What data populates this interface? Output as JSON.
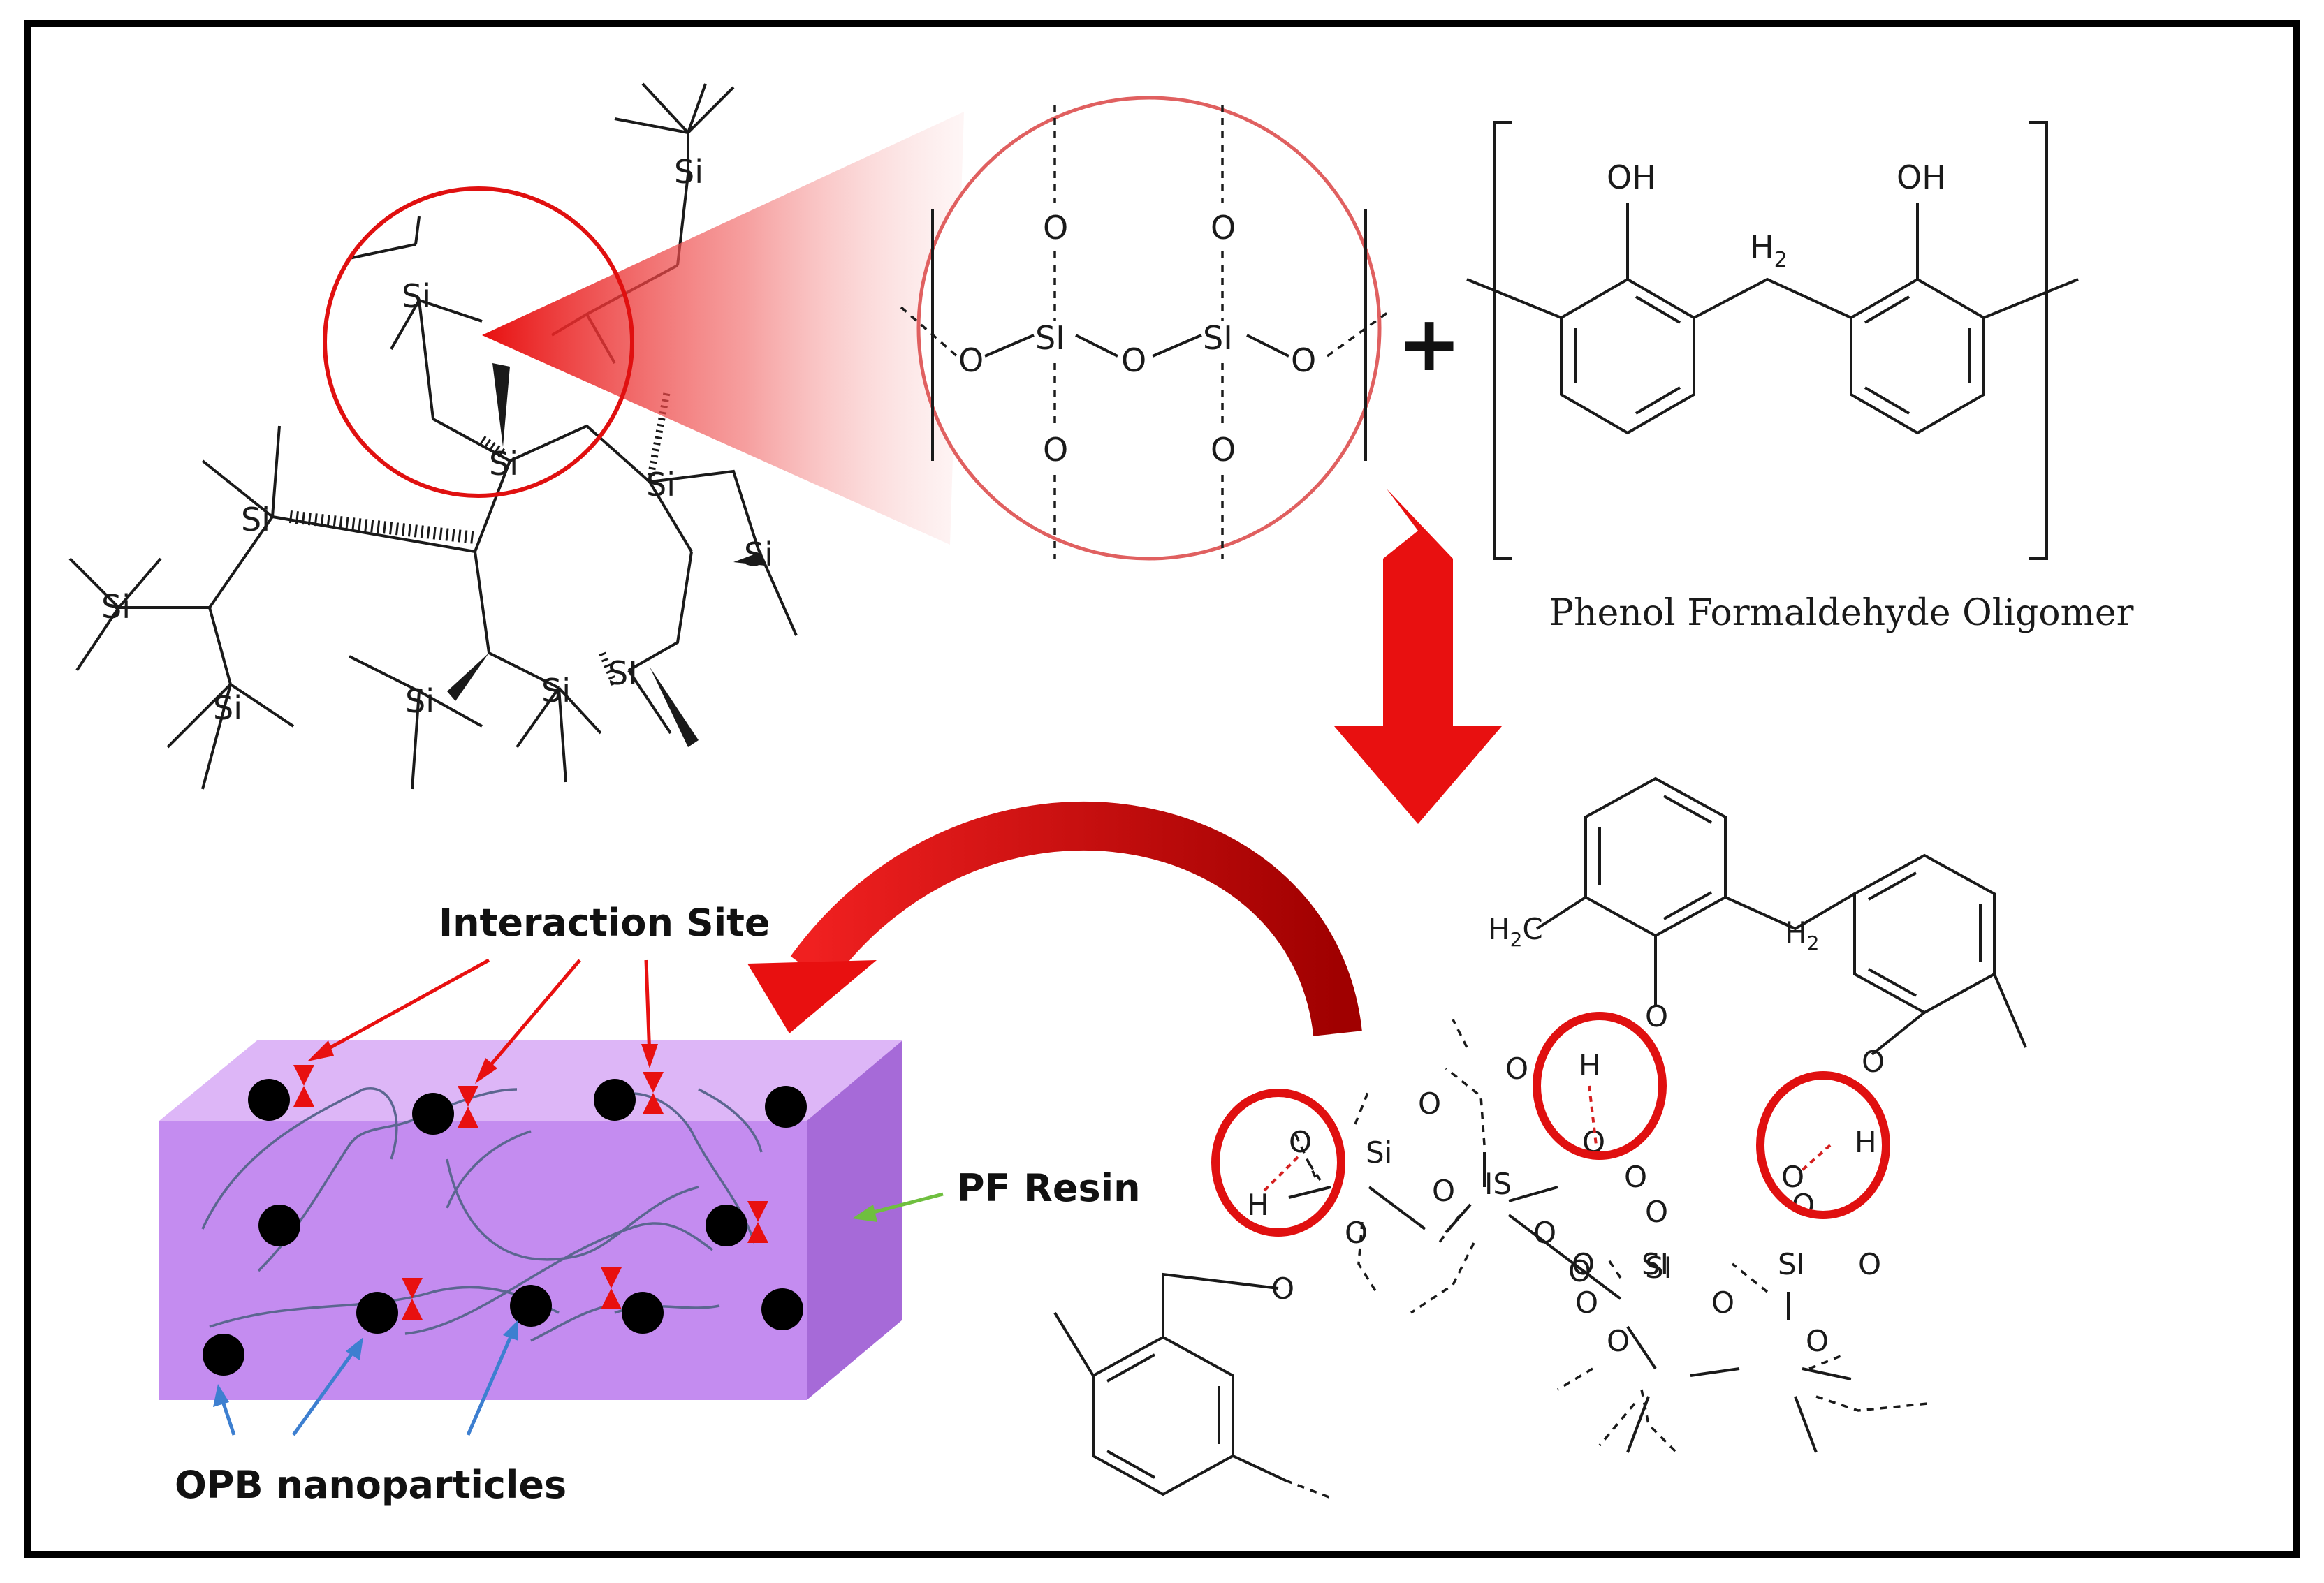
{
  "labels": {
    "phenol_formaldehyde_oligomer": "Phenol Formaldehyde Oligomer",
    "interaction_site": "Interaction Site",
    "pf_resin": "PF Resin",
    "opb_nanoparticles": "OPB nanoparticles",
    "plus": "+"
  },
  "atoms": {
    "si": "Si",
    "si_alt": "SI",
    "si_rev": "IS",
    "o": "O",
    "h": "H",
    "oh": "OH",
    "h2": "H",
    "h2_sub": "2",
    "h2c": "H",
    "c": "C"
  },
  "colors": {
    "frame": "#000000",
    "highlight_red": "#e01010",
    "resin_face": "#c48cf0",
    "resin_top": "#ddb6f7",
    "resin_side": "#a66ad8",
    "nanoparticle": "#000000",
    "fiber": "#5b6690",
    "pf_arrow": "#6fbf3f",
    "opb_arrow": "#3d7fd0"
  }
}
